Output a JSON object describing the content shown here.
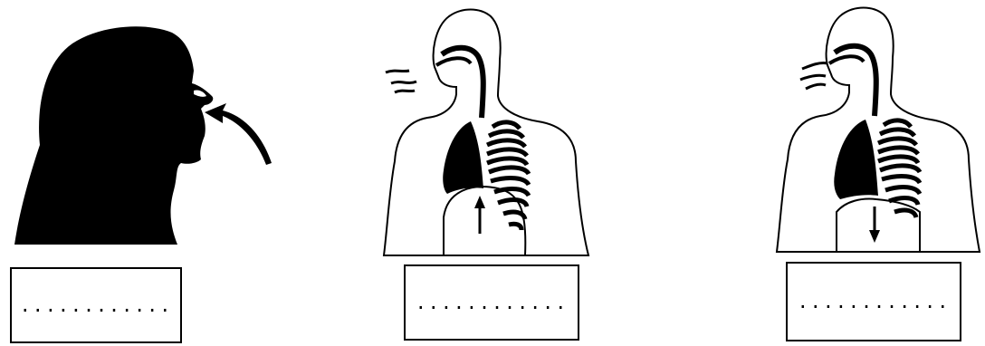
{
  "panels": [
    {
      "id": "nose-breathing",
      "answer_blank": "............"
    },
    {
      "id": "exhalation",
      "diaphragm_arrow": "up",
      "answer_blank": "............"
    },
    {
      "id": "inhalation",
      "diaphragm_arrow": "down",
      "answer_blank": "............"
    }
  ],
  "colors": {
    "ink": "#000000",
    "paper": "#ffffff"
  }
}
